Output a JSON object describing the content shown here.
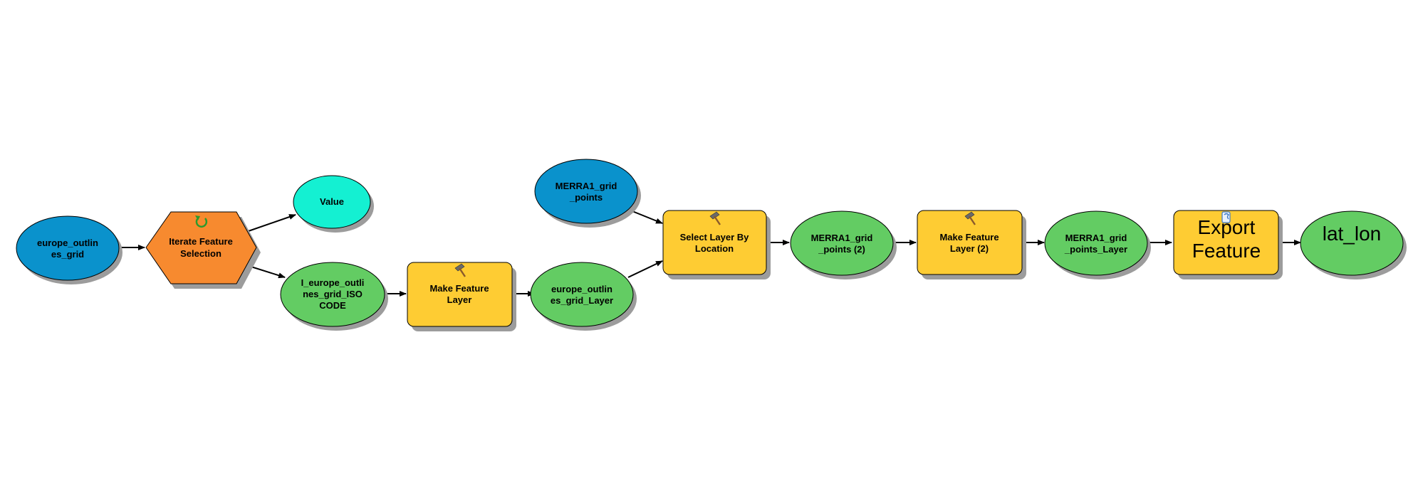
{
  "colors": {
    "input_data": "#0a92cc",
    "derived_data": "#63cc63",
    "value_node": "#14f0d2",
    "tool": "#fecc33",
    "iterator": "#f78a2f",
    "shadow": "#9c9c9c",
    "stroke": "#000000"
  },
  "nodes": {
    "europe_grid": {
      "lines": [
        "europe_outlin",
        "es_grid"
      ]
    },
    "iterate": {
      "lines": [
        "Iterate Feature",
        "Selection"
      ],
      "icon": "iterate-loop-icon"
    },
    "value": {
      "lines": [
        "Value"
      ]
    },
    "i_europe": {
      "lines": [
        "I_europe_outli",
        "nes_grid_ISO",
        "CODE"
      ]
    },
    "make_layer": {
      "lines": [
        "Make Feature",
        "Layer"
      ],
      "icon": "hammer-icon"
    },
    "europe_layer": {
      "lines": [
        "europe_outlin",
        "es_grid_Layer"
      ]
    },
    "merra_points": {
      "lines": [
        "MERRA1_grid",
        "_points"
      ]
    },
    "select_by_location": {
      "lines": [
        "Select Layer By",
        "Location"
      ],
      "icon": "hammer-icon"
    },
    "merra_points2": {
      "lines": [
        "MERRA1_grid",
        "_points (2)"
      ]
    },
    "make_layer2": {
      "lines": [
        "Make Feature",
        "Layer (2)"
      ],
      "icon": "hammer-icon"
    },
    "merra_layer": {
      "lines": [
        "MERRA1_grid",
        "_points_Layer"
      ]
    },
    "export": {
      "lines": [
        "Export",
        "Feature"
      ],
      "icon": "script-icon"
    },
    "lat_lon": {
      "lines": [
        "lat_lon"
      ]
    }
  }
}
